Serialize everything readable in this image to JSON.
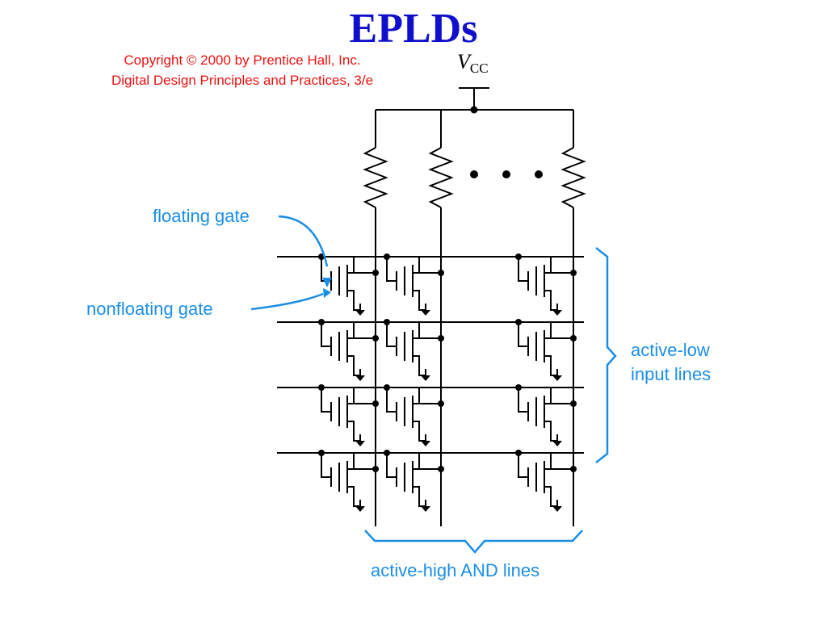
{
  "title": "EPLDs",
  "copyright": {
    "line1": "Copyright © 2000 by Prentice Hall, Inc.",
    "line2": "Digital Design Principles and Practices, 3/e"
  },
  "vcc": {
    "symbol": "V",
    "subscript": "CC"
  },
  "labels": {
    "floating_gate": "floating gate",
    "nonfloating_gate": "nonfloating gate",
    "active_low_line1": "active-low",
    "active_low_line2": "input lines",
    "active_high": "active-high AND lines"
  },
  "colors": {
    "title": "#1010cc",
    "copyright": "#ee1111",
    "annotation": "#1a8ee6",
    "wire": "#000000"
  }
}
